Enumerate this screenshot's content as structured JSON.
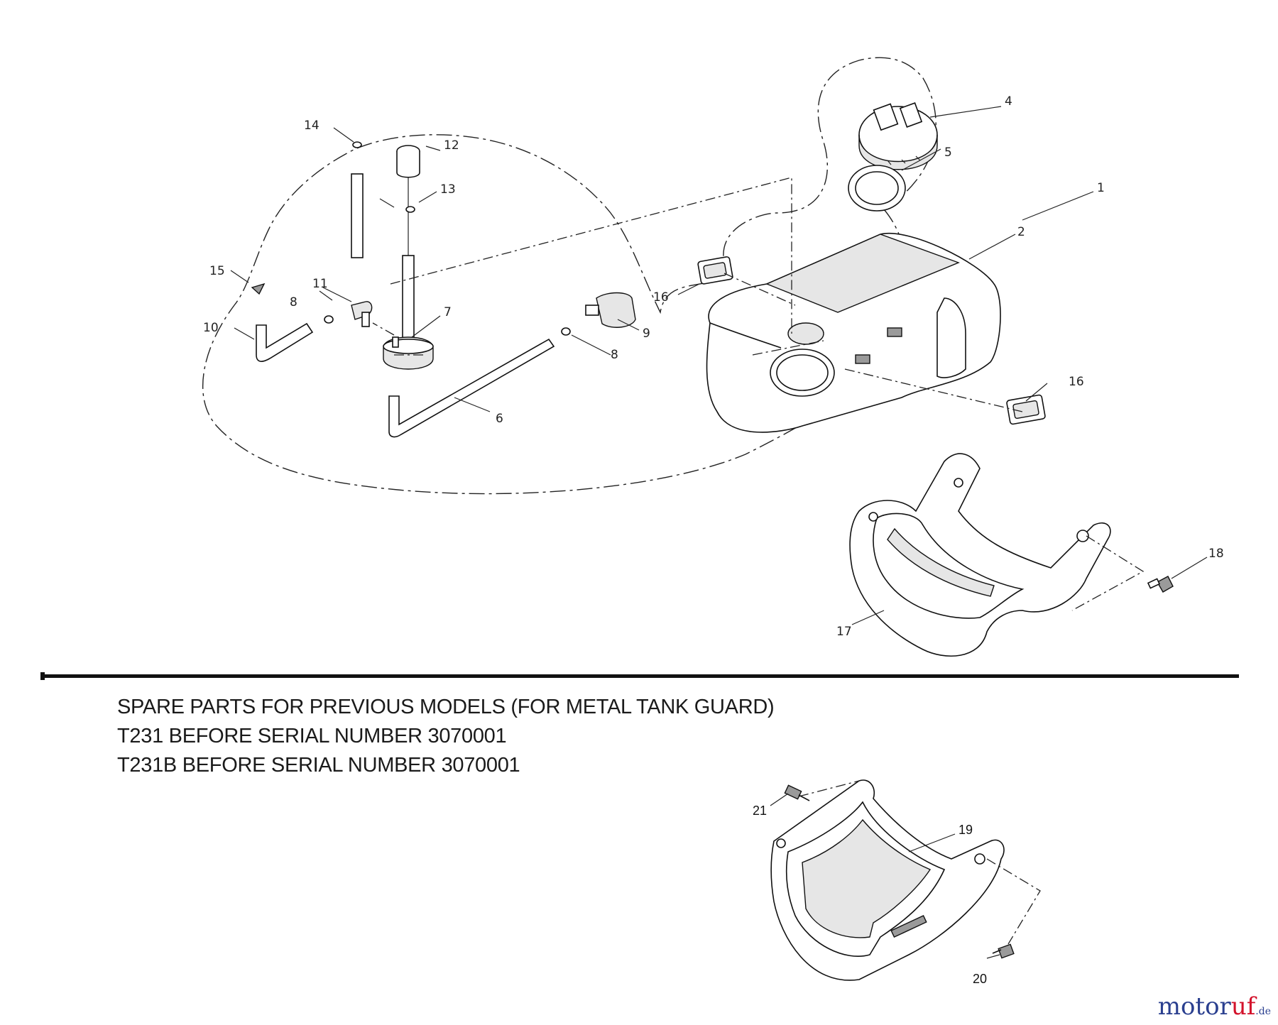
{
  "notes": {
    "line1": "SPARE PARTS FOR PREVIOUS MODELS (FOR METAL TANK GUARD)",
    "line2": "T231 BEFORE SERIAL NUMBER 3070001",
    "line3": "T231B BEFORE SERIAL NUMBER 3070001"
  },
  "callouts": {
    "p1": "1",
    "p2": "2",
    "p4": "4",
    "p5": "5",
    "p6": "6",
    "p7": "7",
    "p8a": "8",
    "p8b": "8",
    "p9": "9",
    "p10": "10",
    "p11": "11",
    "p12": "12",
    "p13": "13",
    "p14": "14",
    "p15": "15",
    "p16a": "16",
    "p16b": "16",
    "p17": "17",
    "p18": "18",
    "p19": "19",
    "p20": "20",
    "p21": "21"
  },
  "brand": {
    "part1": "motor",
    "part2": "uf",
    "part3": ".de"
  }
}
